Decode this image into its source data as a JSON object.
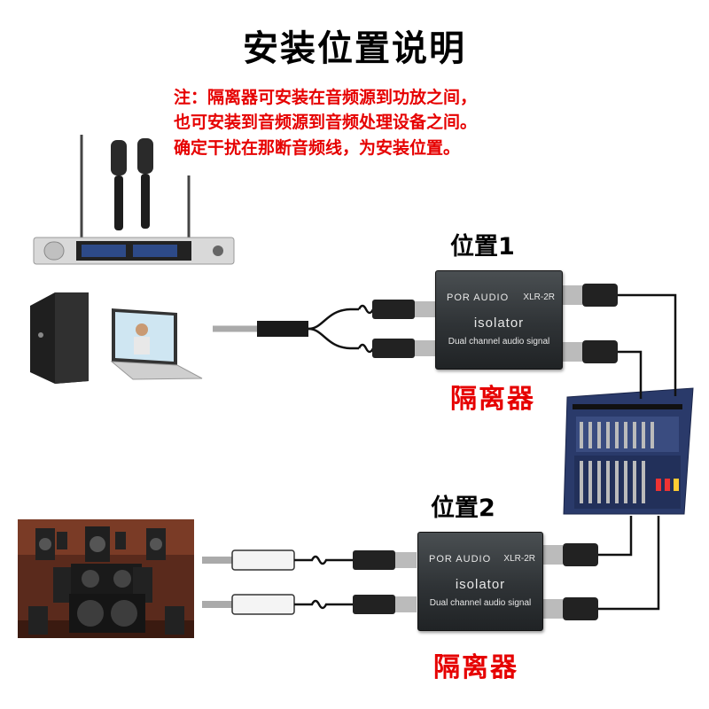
{
  "title": "安装位置说明",
  "notes": [
    "注：隔离器可安装在音频源到功放之间，",
    "也可安装到音频源到音频处理设备之间。",
    "确定干扰在那断音频线，为安装位置。"
  ],
  "position1": {
    "label": "位置1",
    "device_label": "隔离器"
  },
  "position2": {
    "label": "位置2",
    "device_label": "隔离器"
  },
  "device": {
    "brand": "POR AUDIO",
    "model": "XLR-2R",
    "name": "isolator",
    "description": "Dual channel audio signal"
  },
  "colors": {
    "title": "#000000",
    "note": "#e60000",
    "device_label": "#e60000",
    "device_body": "#2f3336"
  }
}
